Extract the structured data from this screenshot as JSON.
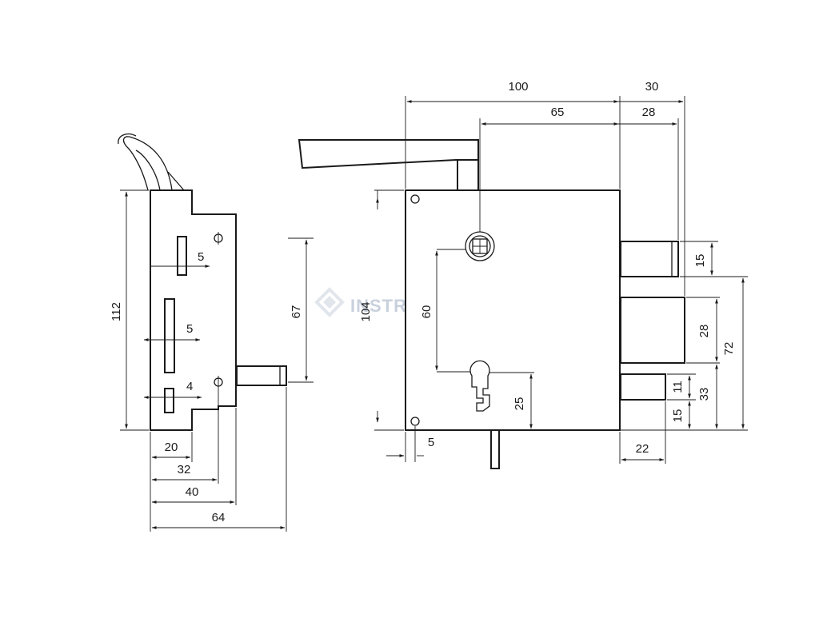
{
  "watermark": {
    "text": "INSTRUMENT"
  },
  "side_view": {
    "height_dim": "112",
    "slot1_width": "5",
    "slot2_width": "5",
    "slot3_width": "4",
    "bolt_height_dim": "67",
    "dim_20": "20",
    "dim_32": "32",
    "dim_40": "40",
    "dim_64": "64"
  },
  "front_view": {
    "width_dim": "100",
    "handle_offset_dim": "65",
    "bolt_throw_dim": "30",
    "bolt_front_dim": "28",
    "body_height_dim": "104",
    "handle_key_distance": "60",
    "key_offset_dim": "25",
    "edge_dim": "5",
    "dim_15_top": "15",
    "dim_28_right": "28",
    "dim_72": "72",
    "dim_11": "11",
    "dim_33": "33",
    "dim_15_bottom": "15",
    "dim_22": "22"
  }
}
